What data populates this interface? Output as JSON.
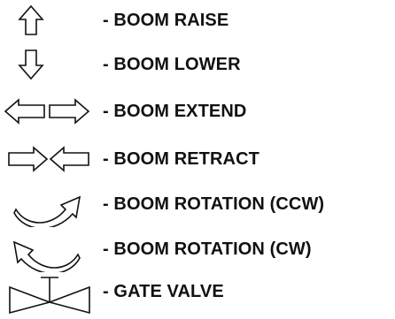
{
  "legend": {
    "items": [
      {
        "icon": "arrow-up-icon",
        "label": "- BOOM RAISE"
      },
      {
        "icon": "arrow-down-icon",
        "label": "- BOOM LOWER"
      },
      {
        "icon": "arrows-outward-icon",
        "label": "- BOOM EXTEND"
      },
      {
        "icon": "arrows-inward-icon",
        "label": "- BOOM RETRACT"
      },
      {
        "icon": "curved-arrow-ccw-icon",
        "label": "- BOOM ROTATION (CCW)"
      },
      {
        "icon": "curved-arrow-cw-icon",
        "label": "- BOOM ROTATION (CW)"
      },
      {
        "icon": "gate-valve-icon",
        "label": "- GATE VALVE"
      }
    ]
  },
  "colors": {
    "stroke": "#111111",
    "text": "#111111",
    "background": "#ffffff"
  }
}
